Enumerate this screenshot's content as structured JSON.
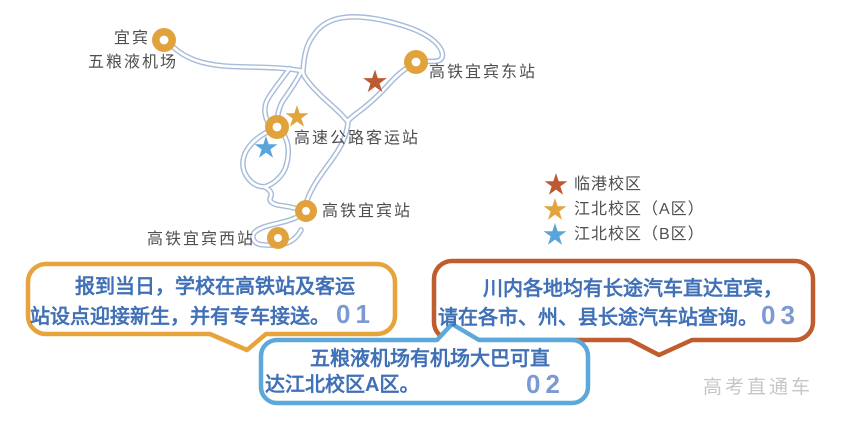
{
  "map": {
    "stations": {
      "airport": {
        "line1": "宜宾",
        "line2": "五粮液机场"
      },
      "east": {
        "label": "高铁宜宾东站"
      },
      "coach": {
        "label": "高速公路客运站"
      },
      "main": {
        "label": "高铁宜宾站"
      },
      "west": {
        "label": "高铁宜宾西站"
      }
    },
    "marker_color": "#e2a23b",
    "road_color": "#a7bcda"
  },
  "legend": {
    "items": [
      {
        "label": "临港校区",
        "color": "#bd5a33"
      },
      {
        "label": "江北校区（A区）",
        "color": "#e2a43c"
      },
      {
        "label": "江北校区（B区）",
        "color": "#58a5dc"
      }
    ]
  },
  "bubbles": [
    {
      "number": "01",
      "border_color": "#e7a43c",
      "lines": [
        "报到当日，学校在高铁站及客运",
        "站设点迎接新生，并有专车接送。"
      ]
    },
    {
      "number": "02",
      "border_color": "#5ca8db",
      "lines": [
        "五粮液机场有机场大巴可直",
        "达江北校区A区。"
      ]
    },
    {
      "number": "03",
      "border_color": "#c05d2e",
      "lines": [
        "川内各地均有长途汽车直达宜宾，",
        "请在各市、州、县长途汽车站查询。"
      ]
    }
  ],
  "watermark": "高考直通车",
  "colors": {
    "bubble_text": "#4070b6",
    "bubble_number": "#7b99d2",
    "station_label": "#4f4f4f",
    "watermark": "#c6c6c6"
  }
}
